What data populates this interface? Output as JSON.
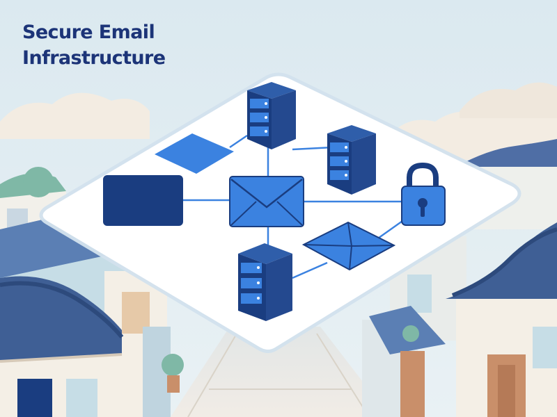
{
  "title": {
    "line1": "Secure Email",
    "line2": "Infrastructure"
  },
  "nodes": [
    {
      "kind": "server",
      "icon": "server-stack-icon"
    },
    {
      "kind": "server",
      "icon": "server-stack-icon"
    },
    {
      "kind": "server",
      "icon": "server-stack-icon"
    },
    {
      "kind": "mail",
      "icon": "envelope-icon"
    },
    {
      "kind": "mail",
      "icon": "envelope-icon"
    },
    {
      "kind": "lock",
      "icon": "padlock-icon"
    },
    {
      "kind": "block",
      "icon": "dark-block-node"
    },
    {
      "kind": "tile",
      "icon": "blue-tile-node"
    }
  ],
  "colors": {
    "title": "#1c3478",
    "navy": "#1a3d80",
    "accent": "#3b82e0",
    "sky": "#dbe9f0",
    "roof": "#4f6ea5"
  }
}
